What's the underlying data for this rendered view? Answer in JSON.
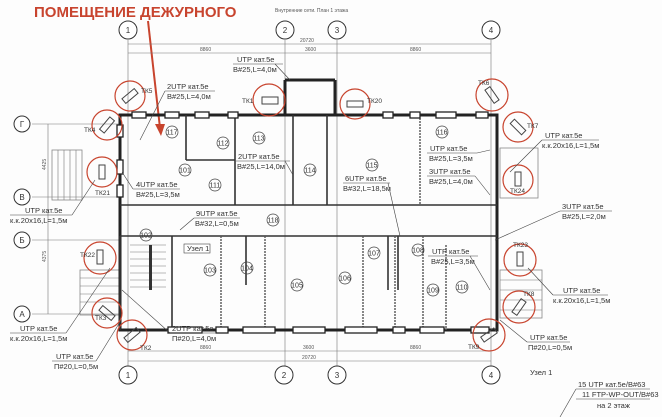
{
  "title": "Внутренние сети. План 1 этажа",
  "highlight_label": "ПОМЕЩЕНИЕ ДЕЖУРНОГО",
  "colors": {
    "highlight": "#c8442e",
    "lines": "#222222"
  },
  "axes": {
    "columns": [
      "1",
      "2",
      "3",
      "4"
    ],
    "rows": [
      "Г",
      "В",
      "Б",
      "А"
    ]
  },
  "dimensions": {
    "total": "20720",
    "bay_left": "8860",
    "bay_mid": "3600",
    "bay_right": "8860",
    "row_upper": "4425",
    "row_lower": "4375"
  },
  "rooms": [
    "117",
    "112",
    "113",
    "114",
    "115",
    "116",
    "101",
    "111",
    "118",
    "102",
    "103",
    "104",
    "105",
    "106",
    "107",
    "108",
    "109",
    "110"
  ],
  "terminals": [
    "ТК5",
    "ТК4",
    "ТК1",
    "ТК20",
    "ТК6",
    "ТК7",
    "ТК21",
    "ТК24",
    "ТК22",
    "ТК23",
    "ТК3",
    "ТК2",
    "ТК8",
    "ТК9"
  ],
  "annotations": [
    {
      "line1": "UTP кат.5e",
      "line2": "В#25,L=4,0м"
    },
    {
      "line1": "2UTP кат.5e",
      "line2": "В#25,L=4,0м"
    },
    {
      "line1": "2UTP кат.5e",
      "line2": "В#25,L=14,0м"
    },
    {
      "line1": "4UTP кат.5e",
      "line2": "В#25,L=3,5м"
    },
    {
      "line1": "9UTP кат.5e",
      "line2": "В#32,L=0,5м"
    },
    {
      "line1": "6UTP кат.5e",
      "line2": "В#32,L=18,5м"
    },
    {
      "line1": "UTP кат.5e",
      "line2": "В#25,L=3,5м"
    },
    {
      "line1": "3UTP кат.5e",
      "line2": "В#25,L=4,0м"
    },
    {
      "line1": "UTP кат.5e",
      "line2": "к.к.20х16,L=1,5м"
    },
    {
      "line1": "3UTP кат.5e",
      "line2": "В#25,L=2,0м"
    },
    {
      "line1": "UTP кат.5e",
      "line2": "В#25,L=3,5м"
    },
    {
      "line1": "UTP кат.5e",
      "line2": "к.к.20х16,L=1,5м"
    },
    {
      "line1": "UTP кат.5e",
      "line2": "П#20,L=0,5м"
    },
    {
      "line1": "UTP кат.5e",
      "line2": "к.к.20х16,L=1,5м"
    },
    {
      "line1": "UTP кат.5e",
      "line2": "к.к.20х16,L=1,5м"
    },
    {
      "line1": "UTP кат.5e",
      "line2": "П#20,L=0,5м"
    },
    {
      "line1": "2UTP кат.5e",
      "line2": "П#20,L=4,0м"
    }
  ],
  "node_labels": [
    "Узел 1",
    "Узел 1"
  ],
  "riser": {
    "line1": "15 UTP кат.5e/В#63",
    "line2": "11 FTP-WP-OUT/В#63",
    "line3": "на 2 этаж"
  }
}
